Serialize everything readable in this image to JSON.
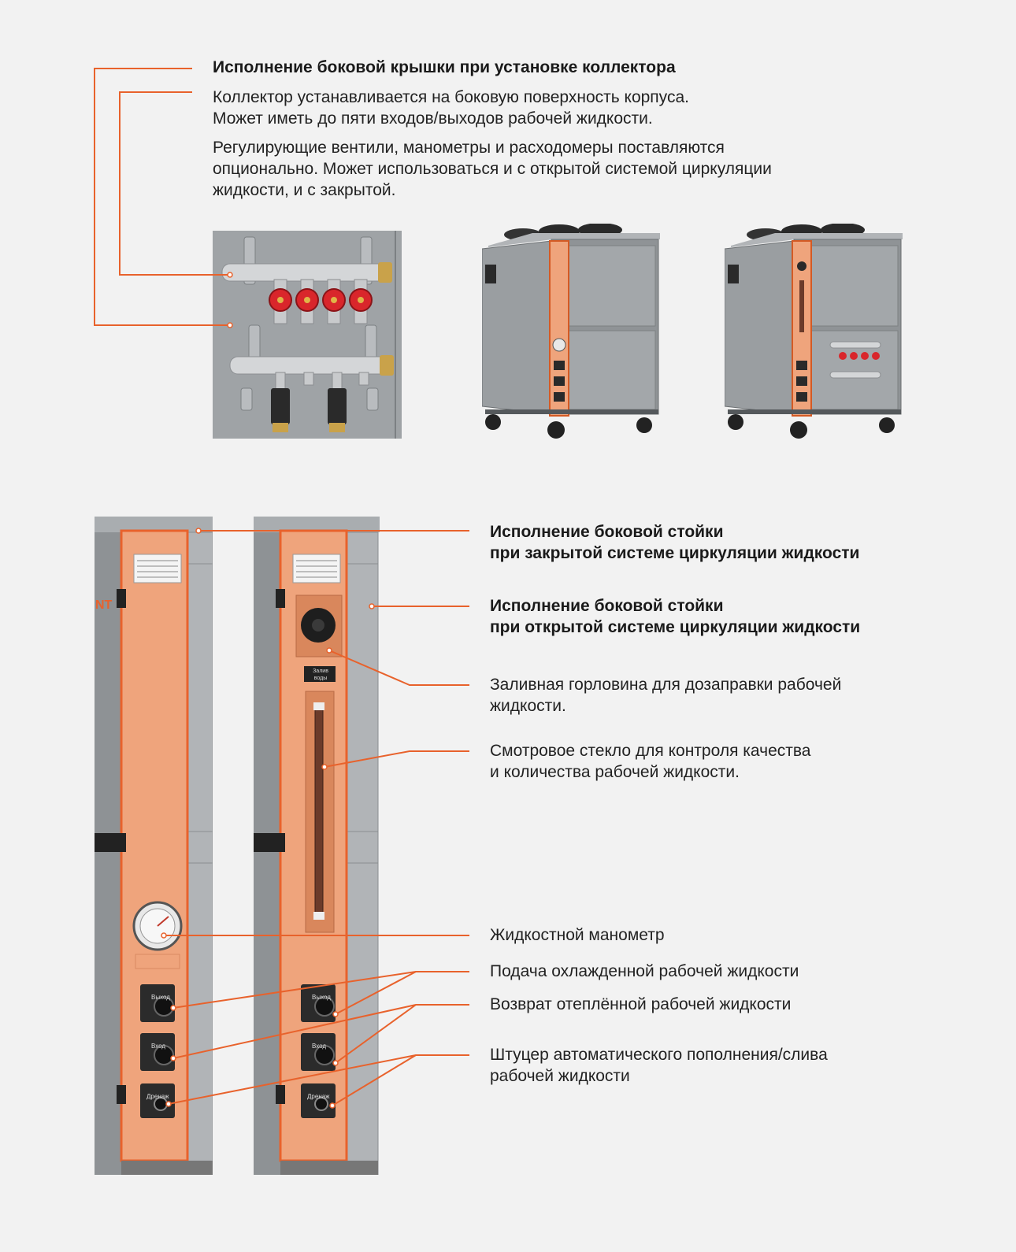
{
  "colors": {
    "accent": "#e8622c",
    "accent_light": "#efa47c",
    "panel_gray": "#9fa3a6",
    "panel_dark": "#6c7073",
    "background": "#f2f2f2"
  },
  "top_section": {
    "heading": "Исполнение боковой крышки при установке коллектора",
    "paragraph1_line1": "Коллектор устанавливается на боковую поверхность корпуса.",
    "paragraph1_line2": "Может иметь до пяти входов/выходов рабочей жидкости.",
    "paragraph2_line1": "Регулирующие вентили, манометры и расходомеры поставляются",
    "paragraph2_line2": "опционально. Может использоваться и с открытой системой циркуляции",
    "paragraph2_line3": "жидкости, и с закрытой."
  },
  "rack_labels": {
    "exit": "Выход",
    "entry": "Вход",
    "drain": "Дренаж",
    "fill": "Залив воды",
    "logo_fragment": "NT"
  },
  "bottom_section": {
    "closed_heading_line1": "Исполнение боковой стойки",
    "closed_heading_line2": "при закрытой системе циркуляции жидкости",
    "open_heading_line1": "Исполнение боковой стойки",
    "open_heading_line2": "при открытой системе циркуляции жидкости",
    "filler_line1": "Заливная горловина для дозаправки рабочей",
    "filler_line2": "жидкости.",
    "glass_line1": "Смотровое стекло для контроля качества",
    "glass_line2": "и количества рабочей жидкости.",
    "manometer": "Жидкостной манометр",
    "supply": "Подача охлажденной рабочей жидкости",
    "return": "Возврат отеплённой рабочей жидкости",
    "fitting_line1": "Штуцер автоматического пополнения/слива",
    "fitting_line2": "рабочей жидкости"
  }
}
